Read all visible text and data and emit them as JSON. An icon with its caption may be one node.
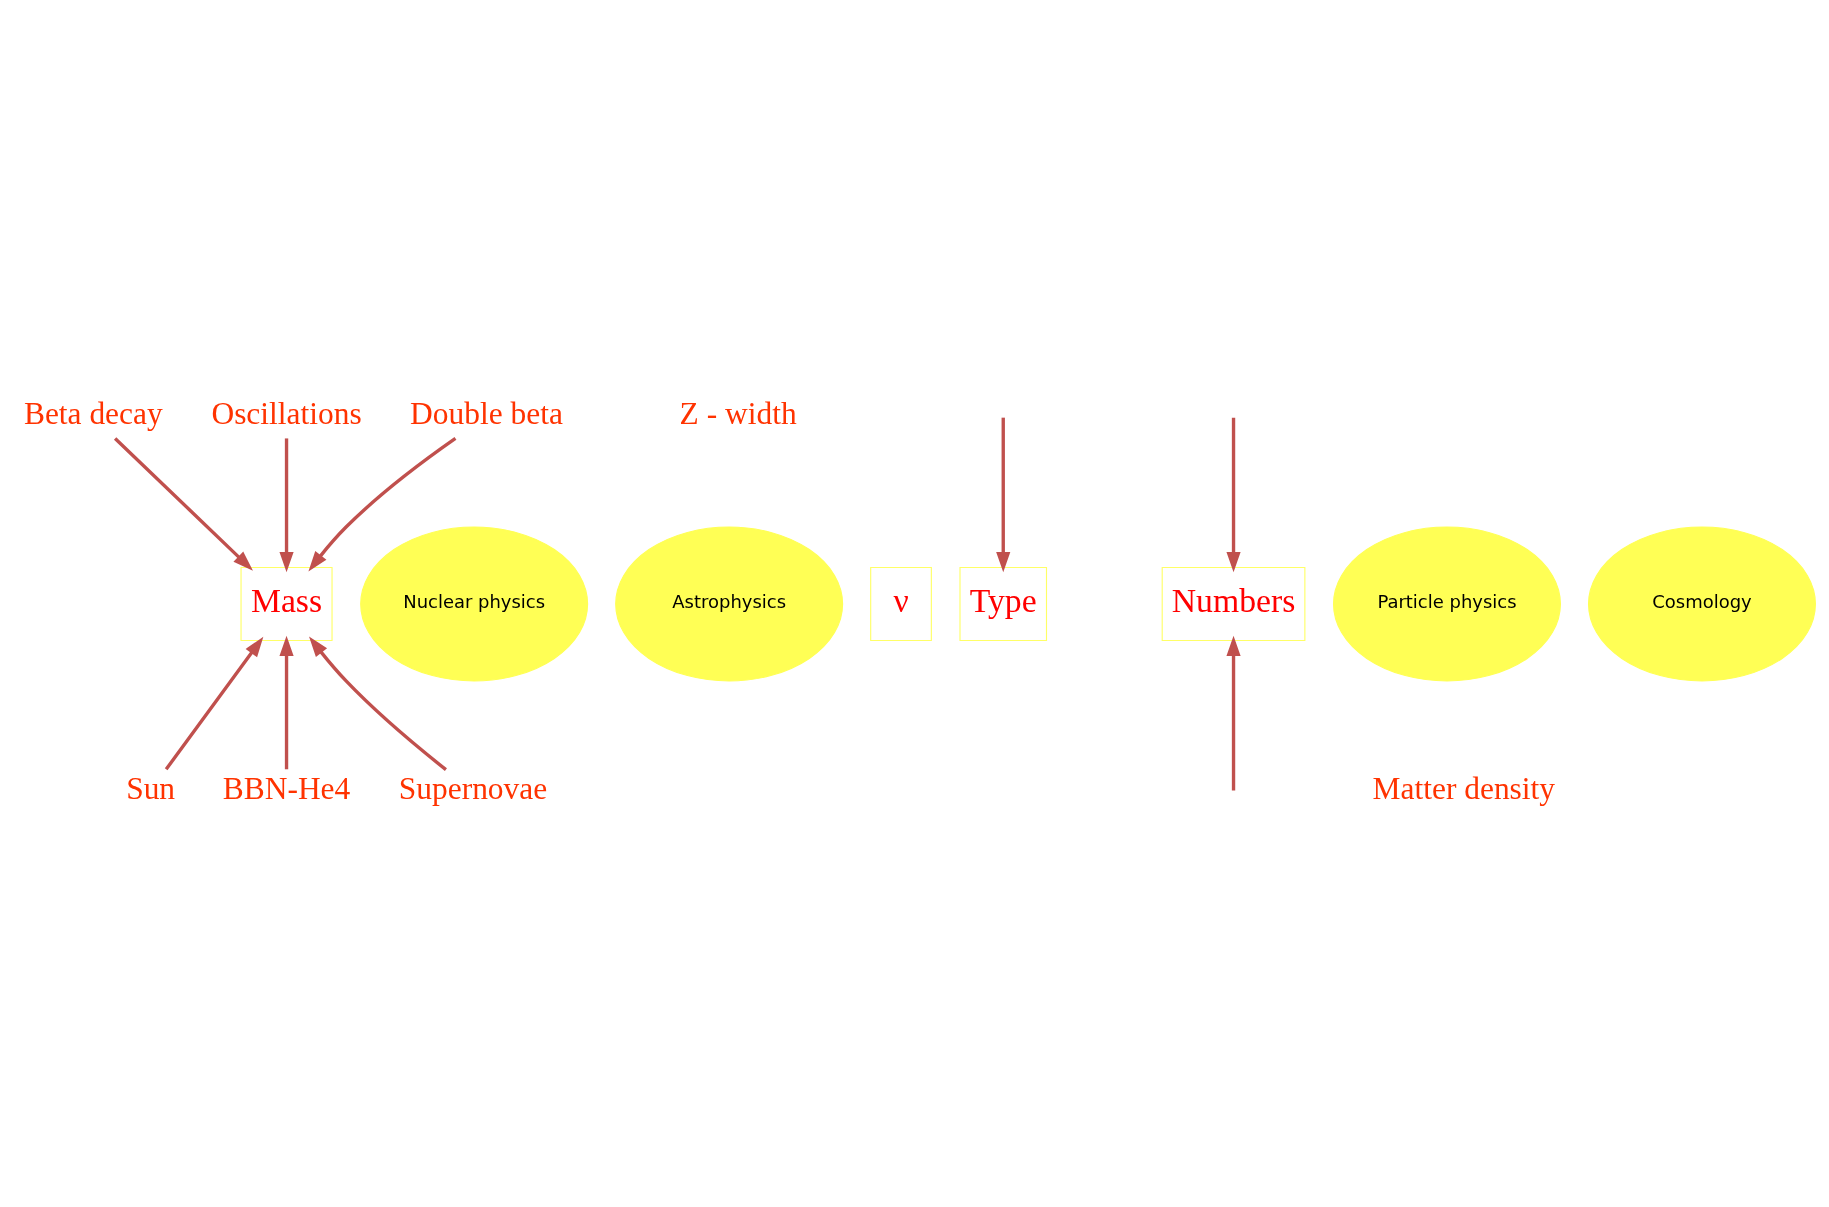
{
  "diagram": {
    "nodes": [
      {
        "text": [
          "Beta decay"
        ]
      },
      {
        "text": [
          "Oscillations"
        ]
      },
      {
        "text": [
          "Double beta"
        ]
      },
      {
        "text": [
          "Z - width"
        ]
      },
      {
        "text": [
          "Nuclear physics"
        ]
      },
      {
        "text": [
          "Particle physics"
        ]
      },
      {
        "text": [
          "ν"
        ]
      },
      {
        "text": [
          "Type"
        ]
      },
      {
        "text": [
          "Mass"
        ]
      },
      {
        "text": [
          "Numbers"
        ]
      },
      {
        "text": [
          "Astrophysics"
        ]
      },
      {
        "text": [
          "Cosmology"
        ]
      },
      {
        "text": [
          "Sun"
        ]
      },
      {
        "text": [
          "BBN-He4"
        ]
      },
      {
        "text": [
          "Supernovae"
        ]
      },
      {
        "text": [
          "Matter density"
        ]
      }
    ],
    "edges": [
      {
        "from": 0,
        "to": 8,
        "arrow": "to"
      },
      {
        "from": 2,
        "to": 8,
        "arrow": "to"
      },
      {
        "from": 1,
        "to": 8,
        "arrow": "to"
      },
      {
        "from": null,
        "to": 7,
        "arrow": "to"
      },
      {
        "from": null,
        "to": 9,
        "arrow": "to"
      },
      {
        "from": 12,
        "to": 8,
        "arrow": "to"
      },
      {
        "from": 14,
        "to": 8,
        "arrow": "to"
      },
      {
        "from": 13,
        "to": 8,
        "arrow": "to"
      },
      {
        "from": null,
        "to": 9,
        "arrow": "to"
      }
    ]
  }
}
